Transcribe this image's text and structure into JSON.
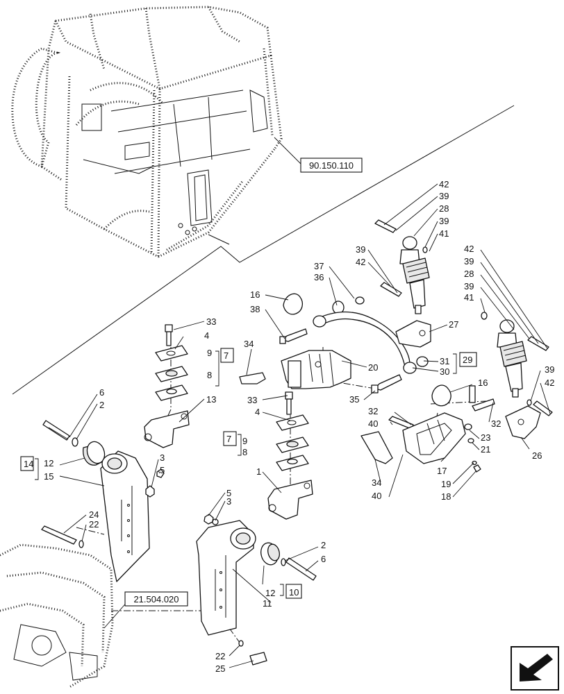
{
  "references": {
    "cab_ref": "90.150.110",
    "frame_ref": "21.504.020"
  },
  "callouts": {
    "n1": "1",
    "n2a": "2",
    "n2b": "2",
    "n3a": "3",
    "n3b": "3",
    "n4a": "4",
    "n4b": "4",
    "n5a": "5",
    "n5b": "5",
    "n6a": "6",
    "n6b": "6",
    "n7a": "7",
    "n7b": "7",
    "n8a": "8",
    "n8b": "8",
    "n9a": "9",
    "n9b": "9",
    "n10": "10",
    "n11": "11",
    "n12a": "12",
    "n12b": "12",
    "n13": "13",
    "n14": "14",
    "n15": "15",
    "n16a": "16",
    "n16b": "16",
    "n17": "17",
    "n18": "18",
    "n19": "19",
    "n20": "20",
    "n21": "21",
    "n22a": "22",
    "n22b": "22",
    "n23": "23",
    "n24": "24",
    "n25": "25",
    "n26": "26",
    "n27": "27",
    "n28a": "28",
    "n28b": "28",
    "n29": "29",
    "n30": "30",
    "n31": "31",
    "n32a": "32",
    "n32b": "32",
    "n33a": "33",
    "n33b": "33",
    "n34a": "34",
    "n34b": "34",
    "n35": "35",
    "n36": "36",
    "n37": "37",
    "n38": "38",
    "n39a": "39",
    "n39b": "39",
    "n39c": "39",
    "n39d": "39",
    "n39e": "39",
    "n40a": "40",
    "n40b": "40",
    "n41a": "41",
    "n41b": "41",
    "n42a": "42",
    "n42b": "42",
    "n42c": "42",
    "n42d": "42"
  },
  "icons": {
    "nav": "next-page-arrow-icon"
  }
}
